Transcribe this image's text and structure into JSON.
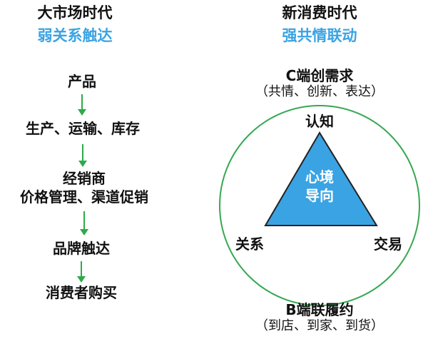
{
  "colors": {
    "accent_blue": "#3aa3e3",
    "arrow_green": "#2eaa4a",
    "circle_green": "#36a853",
    "triangle_fill": "#3aa3e3",
    "triangle_stroke": "#222222",
    "text": "#111111"
  },
  "left": {
    "title": "大市场时代",
    "subtitle": "弱关系触达",
    "steps": [
      {
        "label": "产品"
      },
      {
        "label": "生产、运输、库存"
      },
      {
        "label": "经销商",
        "label2": "价格管理、渠道促销"
      },
      {
        "label": "品牌触达"
      },
      {
        "label": "消费者购买"
      }
    ]
  },
  "right": {
    "title": "新消费时代",
    "subtitle": "强共情联动",
    "top_label": "C端创需求",
    "top_sub": "（共情、创新、表达）",
    "vertex_top": "认知",
    "vertex_left": "关系",
    "vertex_right": "交易",
    "center_line1": "心境",
    "center_line2": "导向",
    "bottom_label": "B端联履约",
    "bottom_sub": "（到店、到家、到货）"
  }
}
